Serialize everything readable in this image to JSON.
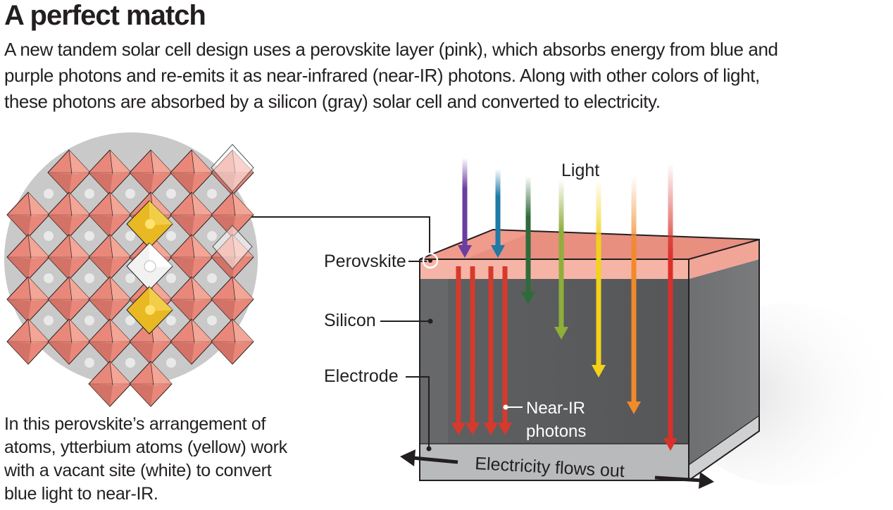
{
  "title": "A perfect match",
  "subtitle": "A new tandem solar cell design uses a perovskite layer (pink), which absorbs energy from blue and purple photons and re-emits it as near-infrared (near-IR) photons. Along with other colors of light, these photons are absorbed by a silicon (gray) solar cell and converted to electricity.",
  "caption": "In this perovskite’s arrangement of atoms, ytterbium atoms (yellow) work with a vacant site (white) to convert blue light to near-IR.",
  "labels": {
    "light": "Light",
    "perovskite": "Perovskite",
    "silicon": "Silicon",
    "electrode": "Electrode",
    "near_ir_line1": "Near-IR",
    "near_ir_line2": "photons",
    "electricity": "Electricity flows out"
  },
  "colors": {
    "perovskite_pink": "#f4a294",
    "silicon_gray": "#5d5e60",
    "electrode_gray": "#b8b9bb",
    "near_ir_red": "#d63a2c",
    "purple": "#6a3ea1",
    "blue": "#1f7aa6",
    "green": "#2f6b3a",
    "yellow_green": "#8fae3a",
    "yellow": "#f2d21a",
    "orange": "#f08a2a",
    "red": "#d9312a",
    "ytterbium_yellow": "#e8b923"
  },
  "light_rays": [
    {
      "name": "purple",
      "color": "#6a3ea1",
      "absorbed_in_perovskite": true
    },
    {
      "name": "blue",
      "color": "#1f7aa6",
      "absorbed_in_perovskite": true
    },
    {
      "name": "green",
      "color": "#2f6b3a",
      "absorbed_in_perovskite": false
    },
    {
      "name": "yellow-green",
      "color": "#8fae3a",
      "absorbed_in_perovskite": false
    },
    {
      "name": "yellow",
      "color": "#f2d21a",
      "absorbed_in_perovskite": false
    },
    {
      "name": "orange",
      "color": "#f08a2a",
      "absorbed_in_perovskite": false
    },
    {
      "name": "red",
      "color": "#d9312a",
      "absorbed_in_perovskite": false
    }
  ]
}
